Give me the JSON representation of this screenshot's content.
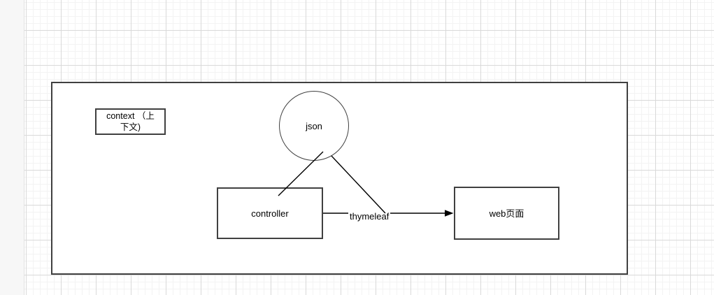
{
  "diagram": {
    "nodes": {
      "context": {
        "label": "context （上\n下文)",
        "shape": "rectangle"
      },
      "json": {
        "label": "json",
        "shape": "ellipse"
      },
      "controller": {
        "label": "controller",
        "shape": "rectangle"
      },
      "webpage": {
        "label": "web页面",
        "shape": "rectangle"
      }
    },
    "edges": {
      "controller_to_webpage": {
        "label": "thymeleaf",
        "type": "arrow"
      },
      "json_to_controller": {
        "label": "",
        "type": "line"
      },
      "json_to_thymeleaf": {
        "label": "",
        "type": "line"
      }
    },
    "colors": {
      "shape_stroke": "#404040",
      "edge_stroke": "#000000",
      "shape_fill": "#ffffff",
      "text": "#000000",
      "grid_major": "#d9d9d9",
      "grid_minor": "#f3f3f3",
      "panel_strip": "#f7f7f7",
      "canvas_bg": "#ffffff"
    }
  }
}
